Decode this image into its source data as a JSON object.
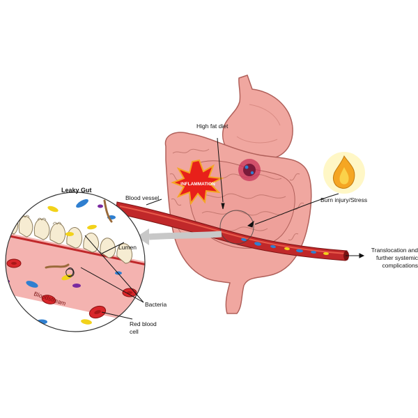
{
  "labels": {
    "high_fat_diet": "High fat diet",
    "inflammation": "INFLAMMATION",
    "burn_stress": "Burn injury/Stress",
    "leaky_gut": "Leaky Gut",
    "blood_vessel": "Blood vessel",
    "lumen": "Lumen",
    "bacteria": "Bacteria",
    "bloodstream": "Bloodstream",
    "red_blood_cell_1": "Red blood",
    "red_blood_cell_2": "cell",
    "translocation_1": "Translocation and",
    "translocation_2": "further systemic",
    "translocation_3": "complications"
  },
  "colors": {
    "organ_fill": "#f0a7a0",
    "organ_stroke": "#b0605a",
    "vessel": "#c0282a",
    "vessel_light": "#e85a4a",
    "rbc": "#d8262a",
    "villi": "#f6ecd2",
    "bacteria_blue": "#2f7fd0",
    "bacteria_yellow": "#f2d21a",
    "bacteria_purple": "#7a2aa0",
    "bacteria_brown": "#9a6a3a",
    "flame": "#f5a623",
    "burst": "#e8201a",
    "arrow_grey": "#c8c8c8"
  }
}
